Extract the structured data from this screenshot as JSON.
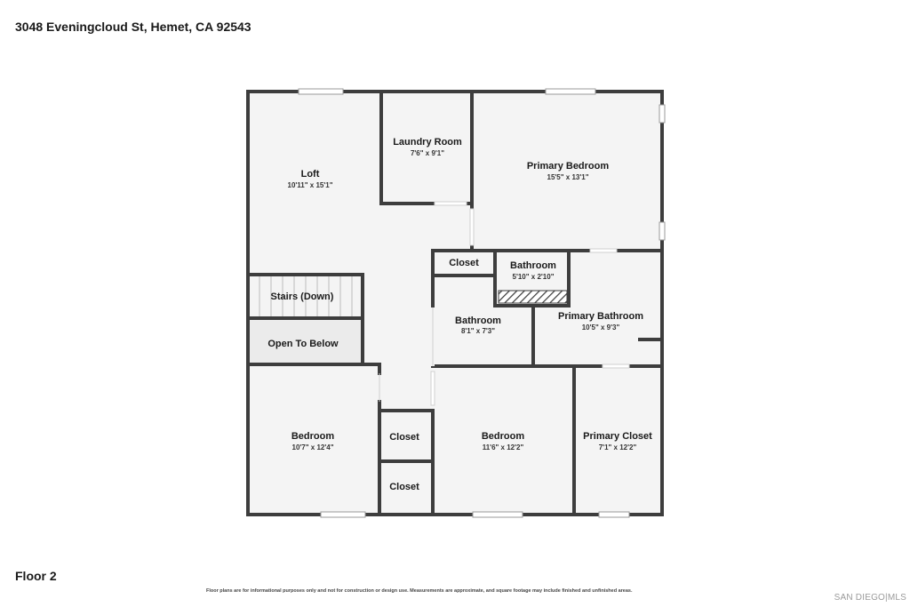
{
  "header": {
    "address": "3048 Eveningcloud St, Hemet, CA 92543"
  },
  "footer": {
    "floor": "Floor 2",
    "disclaimer": "Floor plans are for informational purposes only and not for construction or design use. Measurements are approximate, and square footage may include finished and unfinished areas.",
    "brand": "SAN DIEGO|MLS"
  },
  "colors": {
    "wall": "#3d3d3d",
    "floor": "#f4f4f4",
    "window": "#ffffff"
  },
  "rooms": {
    "loft": {
      "name": "Loft",
      "dims": "10'11\" x 15'1\""
    },
    "laundry": {
      "name": "Laundry Room",
      "dims": "7'6\" x 9'1\""
    },
    "primary_bedroom": {
      "name": "Primary Bedroom",
      "dims": "15'5\" x 13'1\""
    },
    "closet_top": {
      "name": "Closet"
    },
    "bathroom_small": {
      "name": "Bathroom",
      "dims": "5'10\" x 2'10\""
    },
    "stairs": {
      "name": "Stairs (Down)"
    },
    "open_to_below": {
      "name": "Open To Below"
    },
    "bathroom": {
      "name": "Bathroom",
      "dims": "8'1\" x 7'3\""
    },
    "primary_bathroom": {
      "name": "Primary Bathroom",
      "dims": "10'5\" x 9'3\""
    },
    "bedroom_left": {
      "name": "Bedroom",
      "dims": "10'7\" x 12'4\""
    },
    "closet_mid": {
      "name": "Closet"
    },
    "closet_low": {
      "name": "Closet"
    },
    "bedroom_mid": {
      "name": "Bedroom",
      "dims": "11'6\" x 12'2\""
    },
    "primary_closet": {
      "name": "Primary Closet",
      "dims": "7'1\" x 12'2\""
    }
  }
}
